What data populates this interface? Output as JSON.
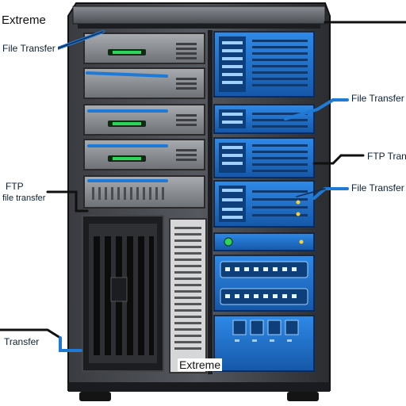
{
  "labels": {
    "title": "Extreme",
    "left_top": "File Transfer",
    "ftp_top": "FTP",
    "ftp_bottom": "file transfer",
    "left_bottom": "Transfer",
    "right_1": "File Transfer",
    "right_2": "FTP Transfer",
    "right_3": "File Transfer",
    "bottom_center": "Extreme"
  },
  "colors": {
    "chassis": "#2b2d31",
    "chassis_light": "#6a6d73",
    "bay": "#8b8e93",
    "accent_blue": "#1f7ad6",
    "panel_blue": "#1a6cc4",
    "led_green": "#2bd65a",
    "cable": "#101010"
  },
  "icons": {
    "drive_bay": "drive-bay-icon",
    "vent": "vent-grille-icon",
    "port": "network-port-icon"
  }
}
